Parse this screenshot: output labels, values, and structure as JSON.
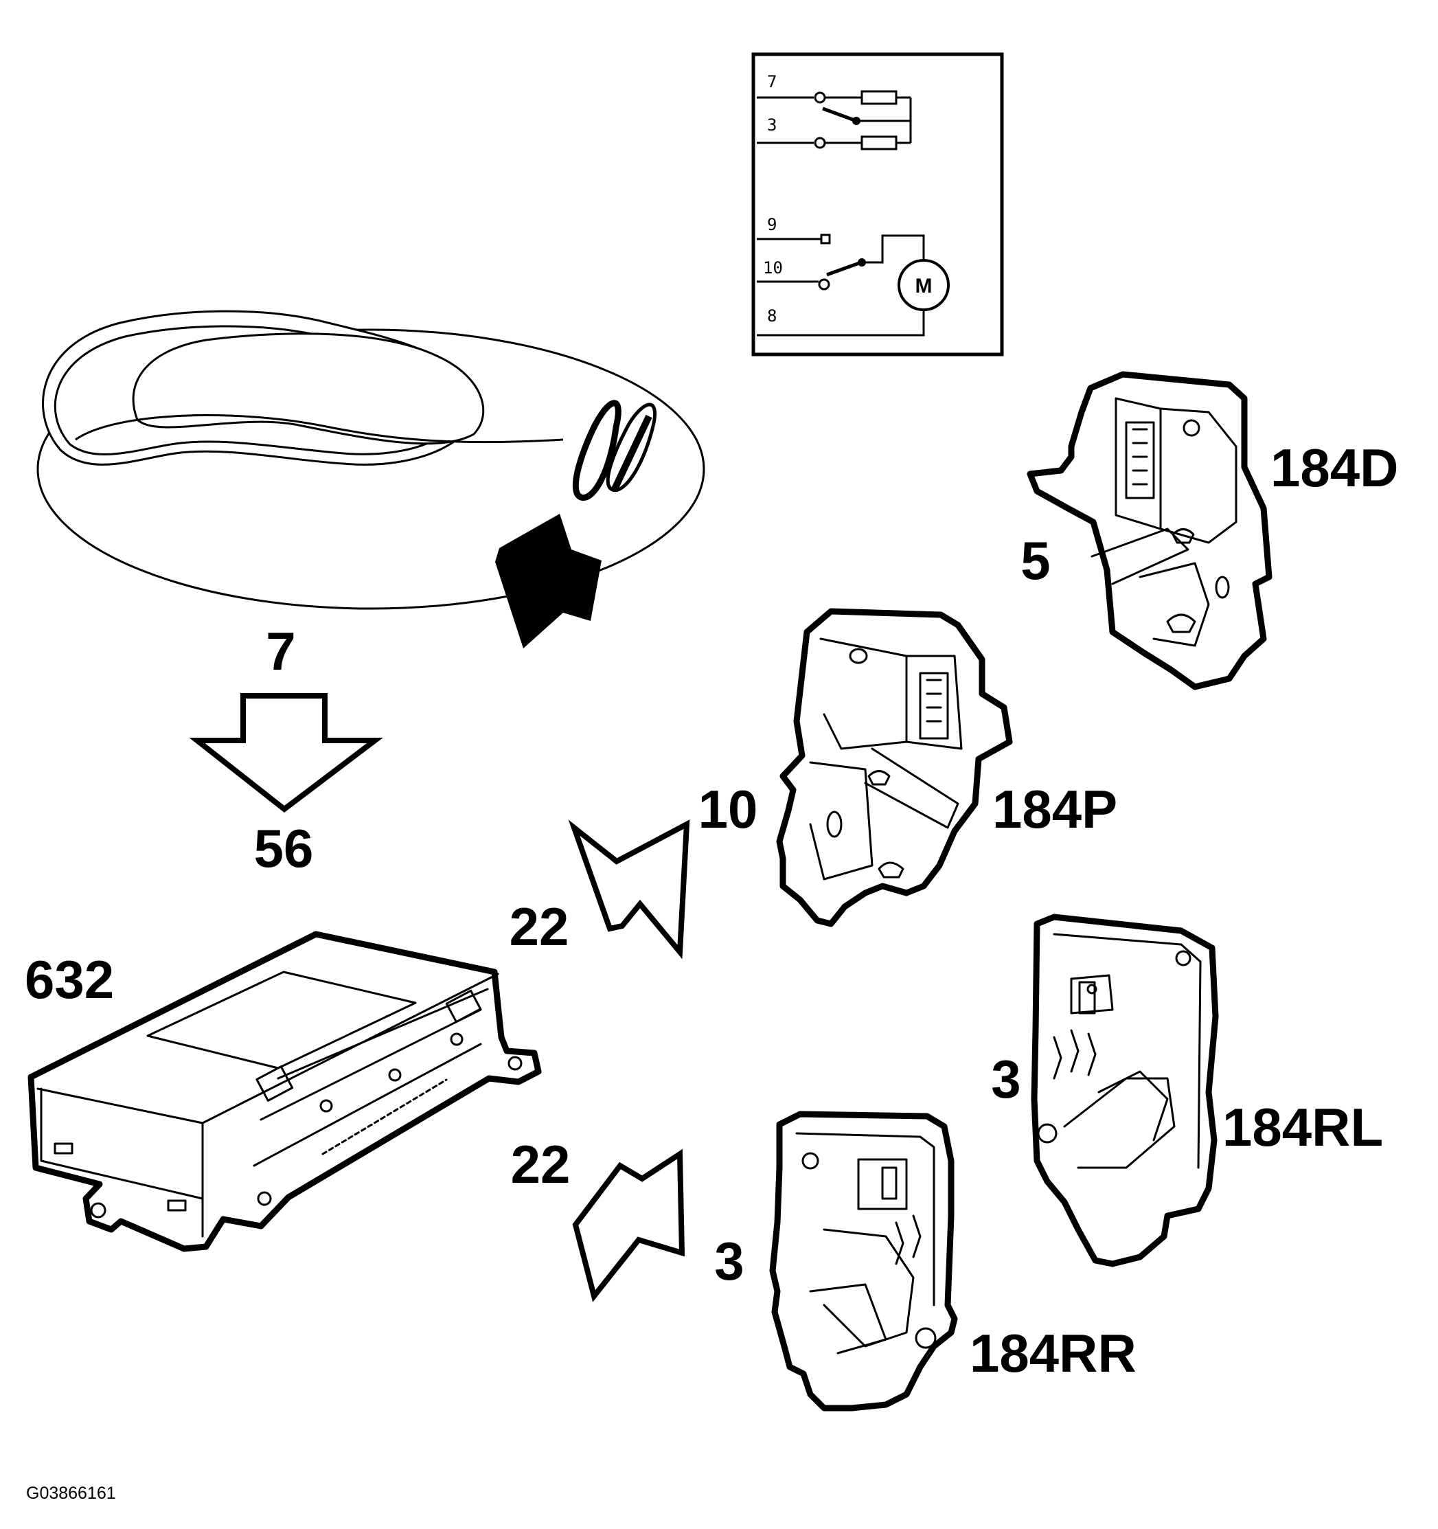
{
  "schematic": {
    "pins": [
      "7",
      "3",
      "9",
      "10",
      "8"
    ],
    "motor_symbol": "M"
  },
  "labels": {
    "top_wire_count": "7",
    "lower_wire_count": "56",
    "module": "632",
    "arrow_upper_count": "22",
    "arrow_lower_count": "22",
    "front_left_pins": "5",
    "front_left_id": "184D",
    "front_right_pins": "10",
    "front_right_id": "184P",
    "rear_left_pins": "3",
    "rear_left_id": "184RL",
    "rear_right_pins": "3",
    "rear_right_id": "184RR"
  },
  "figure_id": "G03866161"
}
